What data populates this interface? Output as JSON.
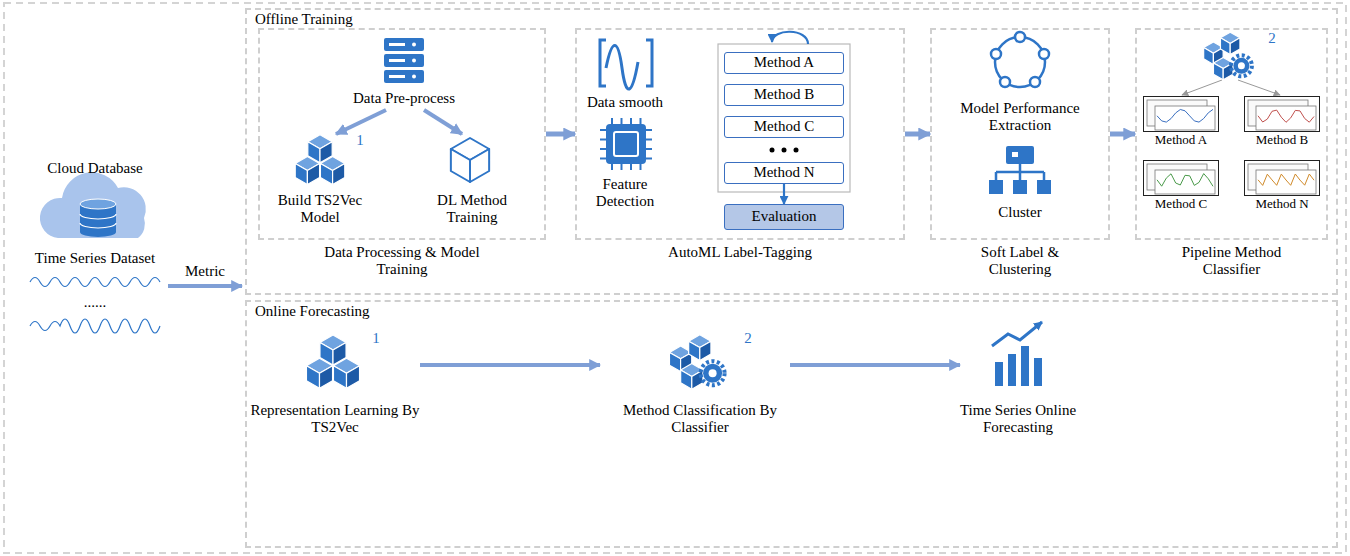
{
  "diagram": {
    "nodes": [
      {
        "text": [
          "Offline Training"
        ]
      },
      {
        "text": [
          "Data Processing & Model Training"
        ],
        "in": 0
      },
      {
        "text": [
          "AutoML Label-Tagging"
        ],
        "in": 0
      },
      {
        "text": [
          "Method A"
        ],
        "in": 2
      },
      {
        "text": [
          "Method B"
        ],
        "in": 2
      },
      {
        "text": [
          "Method C"
        ],
        "in": 2
      },
      {
        "text": [
          "Method N"
        ],
        "in": 2
      },
      {
        "text": [
          "Evaluation"
        ],
        "in": 2
      },
      {
        "text": [
          "Soft Label & Clustering"
        ],
        "in": 0
      },
      {
        "text": [
          "Pipeline Method Classifier"
        ],
        "in": 0
      },
      {
        "text": [
          "Method A"
        ],
        "in": 9
      },
      {
        "text": [
          "Method B"
        ],
        "in": 9
      },
      {
        "text": [
          "Method C"
        ],
        "in": 9
      },
      {
        "text": [
          "Method N"
        ],
        "in": 9
      },
      {
        "text": [
          "Online Forecasting"
        ]
      }
    ],
    "edges": [
      {
        "from": 1,
        "to": 2,
        "arrow": "to"
      },
      {
        "from": 2,
        "to": 8,
        "arrow": "to"
      },
      {
        "from": 8,
        "to": 9,
        "arrow": "to"
      },
      {
        "from": 6,
        "to": 7,
        "arrow": "to"
      }
    ],
    "labels": [
      "Cloud Database",
      "Time Series Dataset",
      "......",
      "Metric",
      "Data Pre-process",
      "1",
      "Build TS2Vec Model",
      "DL Method Training",
      "Data smooth",
      "Feature Detection",
      "Model Performance Extraction",
      "Cluster",
      "2",
      "Representation Learning By TS2Vec",
      "1",
      "Method Classification By Classifier",
      "2",
      "Time Series Online Forecasting"
    ]
  }
}
